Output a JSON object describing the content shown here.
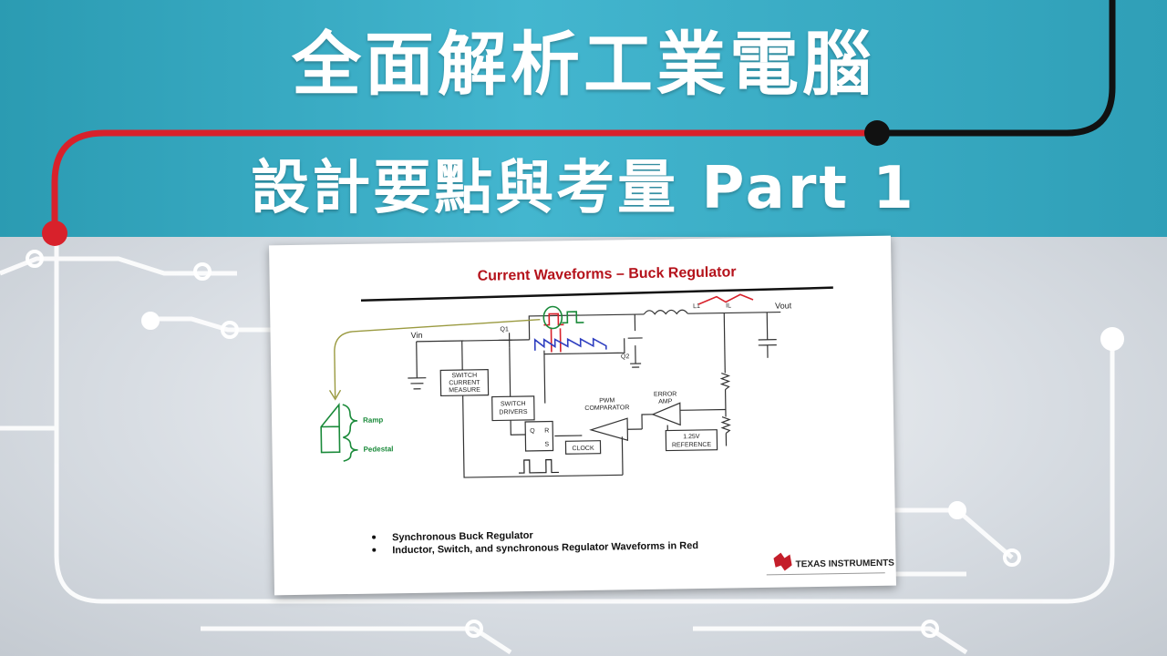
{
  "header": {
    "title": "全面解析工業電腦",
    "subtitle": "設計要點與考量 Part 1"
  },
  "slide": {
    "heading": "Current Waveforms – Buck Regulator",
    "labels": {
      "vin": "Vin",
      "vout": "Vout",
      "q1": "Q1",
      "q2": "Q2",
      "l1": "L1",
      "il": "IL",
      "switch_current_1": "SWITCH",
      "switch_current_2": "CURRENT",
      "switch_current_3": "MEASURE",
      "switch_drivers_1": "SWITCH",
      "switch_drivers_2": "DRIVERS",
      "pwm_1": "PWM",
      "pwm_2": "COMPARATOR",
      "error_1": "ERROR",
      "error_2": "AMP",
      "flop_q": "Q",
      "flop_r": "R",
      "flop_s": "S",
      "clock": "CLOCK",
      "ref_1": "1.25V",
      "ref_2": "REFERENCE",
      "ramp": "Ramp",
      "pedestal": "Pedestal"
    },
    "bullets": [
      "Synchronous Buck Regulator",
      "Inductor, Switch, and synchronous Regulator Waveforms in Red"
    ],
    "logo": "TEXAS INSTRUMENTS"
  },
  "colors": {
    "banner": "#3aaec7",
    "trace_red": "#d8212b",
    "trace_black": "#111111",
    "heading_red": "#b5121b",
    "green": "#1a8a3a",
    "blue": "#2f3fc0"
  }
}
